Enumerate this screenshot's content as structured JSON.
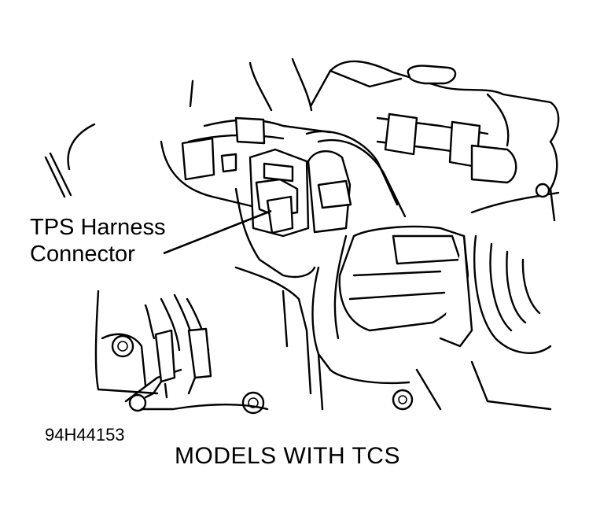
{
  "callout": {
    "line1": "TPS Harness",
    "line2": "Connector"
  },
  "figure_id": "94H44153",
  "caption": "MODELS WITH TCS"
}
